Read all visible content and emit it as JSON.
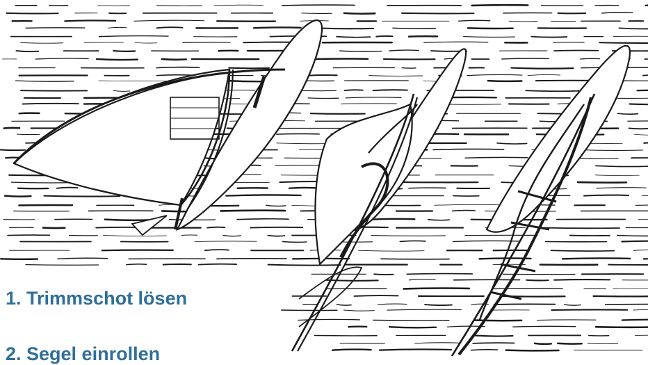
{
  "captions": [
    {
      "text": "1. Trimmschot lösen"
    },
    {
      "text": "2. Segel einrollen"
    }
  ],
  "colors": {
    "ink": "#1a1a1a",
    "caption": "#2f6f9a",
    "paper": "#ffffff"
  },
  "figures": [
    {
      "name": "board-with-open-sail"
    },
    {
      "name": "board-with-partly-rolled-sail"
    },
    {
      "name": "board-with-rolled-sail"
    }
  ]
}
